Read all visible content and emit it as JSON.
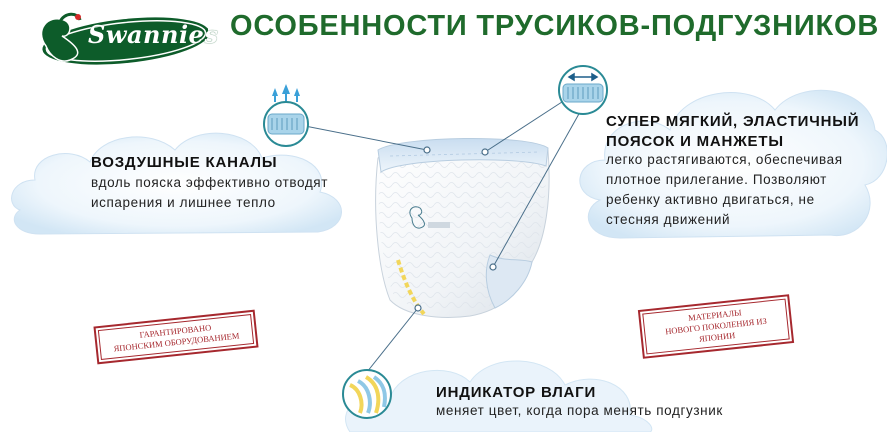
{
  "brand": {
    "logo_text": "Swannies"
  },
  "header": {
    "title": "ОСОБЕННОСТИ ТРУСИКОВ-ПОДГУЗНИКОВ"
  },
  "features": {
    "air_channels": {
      "title": "ВОЗДУШНЫЕ КАНАЛЫ",
      "line1": "вдоль пояска эффективно отводят",
      "line2": "испарения и лишнее тепло"
    },
    "soft_belt": {
      "title_line1": "СУПЕР МЯГКИЙ, ЭЛАСТИЧНЫЙ",
      "title_line2": "ПОЯСОК И МАНЖЕТЫ",
      "line1": "легко растягиваются, обеспечивая",
      "line2": "плотное прилегание. Позволяют",
      "line3": "ребенку активно двигаться, не",
      "line4": "стесняя движений"
    },
    "wetness_indicator": {
      "title": "ИНДИКАТОР ВЛАГИ",
      "line1": "меняет цвет, когда пора менять подгузник"
    }
  },
  "stamps": {
    "japan_equipment": {
      "line1": "ГАРАНТИРОВАНО",
      "line2": "ЯПОНСКИМ ОБОРУДОВАНИЕМ"
    },
    "japan_materials": {
      "line1": "МАТЕРИАЛЫ",
      "line2": "НОВОГО ПОКОЛЕНИЯ ИЗ ЯПОНИИ"
    }
  },
  "colors": {
    "title_green": "#1f6b2c",
    "logo_green": "#0d5c2a",
    "stamp_red": "#a6282e",
    "callout_teal": "#2a8a95",
    "cloud_blue": "#dcecf8"
  },
  "icons": [
    "air-channels-icon",
    "stretch-belt-icon",
    "wetness-indicator-icon"
  ]
}
